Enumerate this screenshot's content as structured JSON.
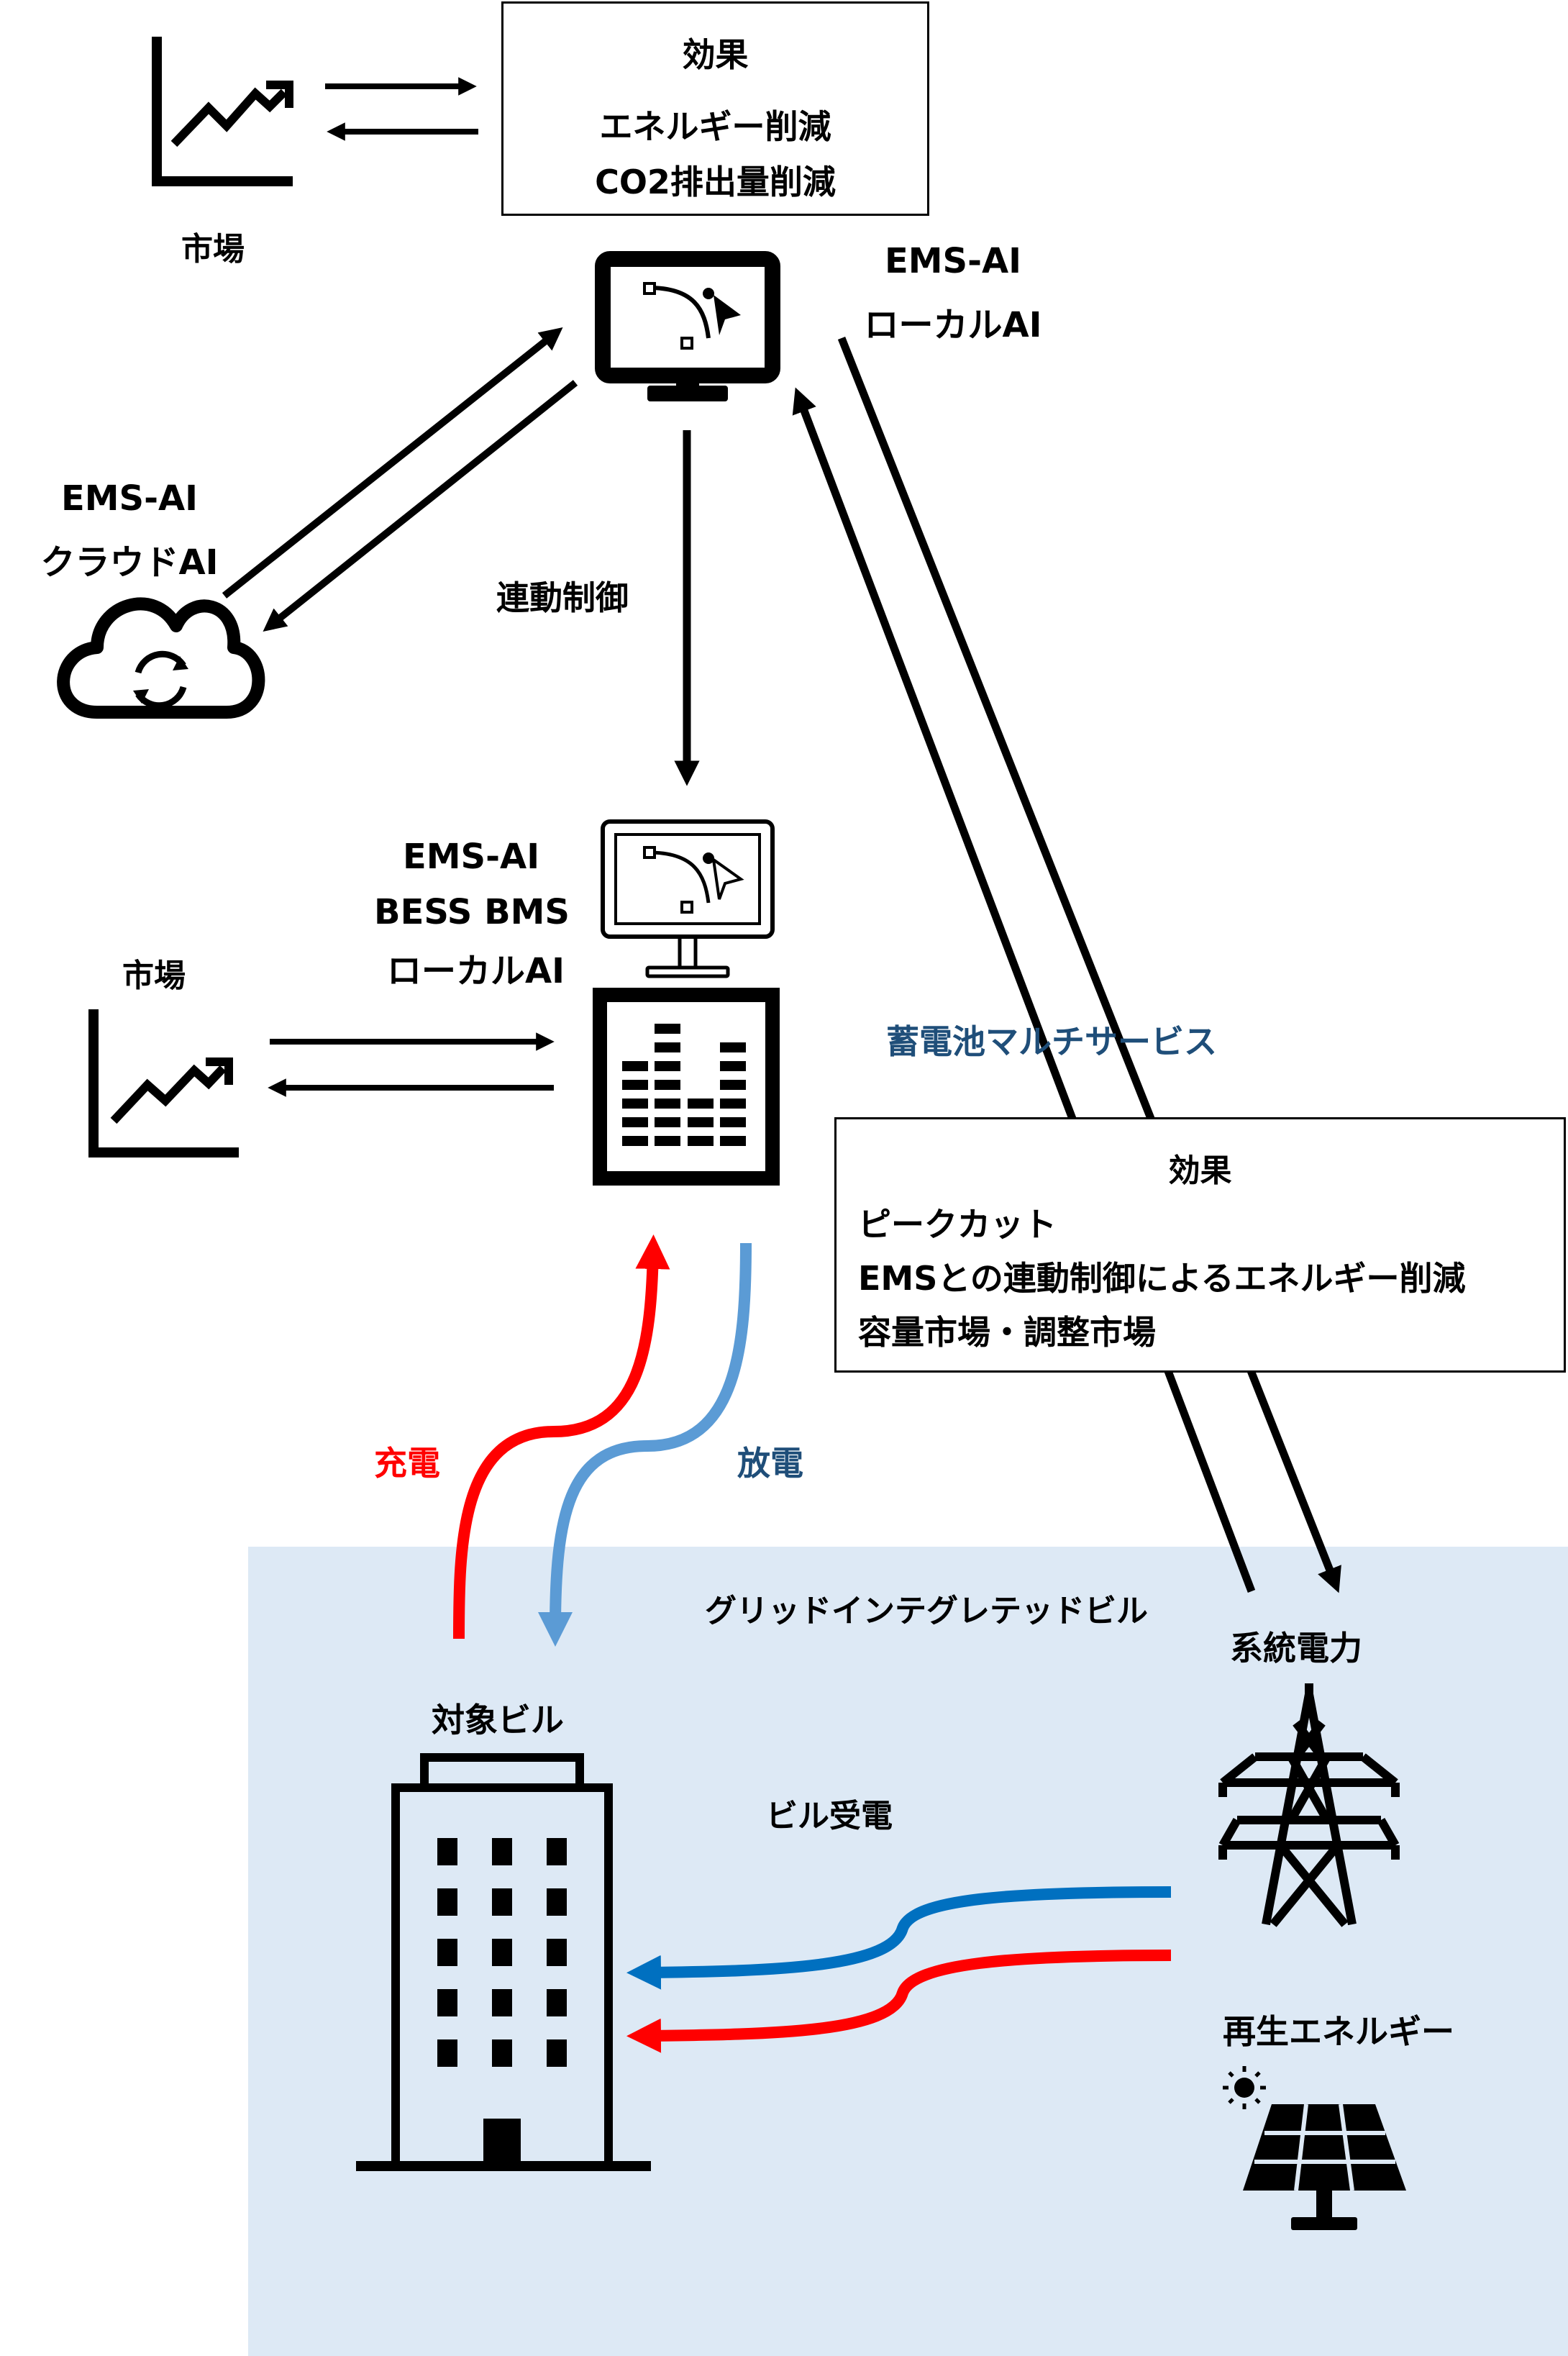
{
  "colors": {
    "grid_area": "#dde9f5",
    "charge": "#ff0000",
    "discharge_light": "#5b9bd5",
    "discharge_dark": "#1f4e79",
    "grid_arrow_blue": "#0070c0",
    "ink": "#000000"
  },
  "top_effect": {
    "title": "効果",
    "line1": "エネルギー削減",
    "line2": "CO2排出量削減"
  },
  "market_top": "市場",
  "market_mid": "市場",
  "ems_local_top": {
    "line1": "EMS-AI",
    "line2": "ローカルAI"
  },
  "ems_cloud": {
    "line1": "EMS-AI",
    "line2": "クラウドAI"
  },
  "link_control": "連動制御",
  "bess": {
    "line1": "EMS-AI",
    "line2": "BESS BMS",
    "line3": "ローカルAI"
  },
  "multi_service": "蓄電池マルチサービス",
  "bess_effect": {
    "title": "効果",
    "items": [
      "ピークカット",
      "EMSとの連動制御によるエネルギー削減",
      "容量市場・調整市場"
    ]
  },
  "charge": "充電",
  "discharge": "放電",
  "grid_integrated_building": "グリッドインテグレテッドビル",
  "grid_power": "系統電力",
  "target_building": "対象ビル",
  "building_receive": "ビル受電",
  "renewable": "再生エネルギー",
  "icons": [
    "chart-icon",
    "monitor-icon",
    "cloud-sync-icon",
    "battery-icon",
    "building-icon",
    "power-tower-icon",
    "sun-icon",
    "solar-panel-icon"
  ]
}
